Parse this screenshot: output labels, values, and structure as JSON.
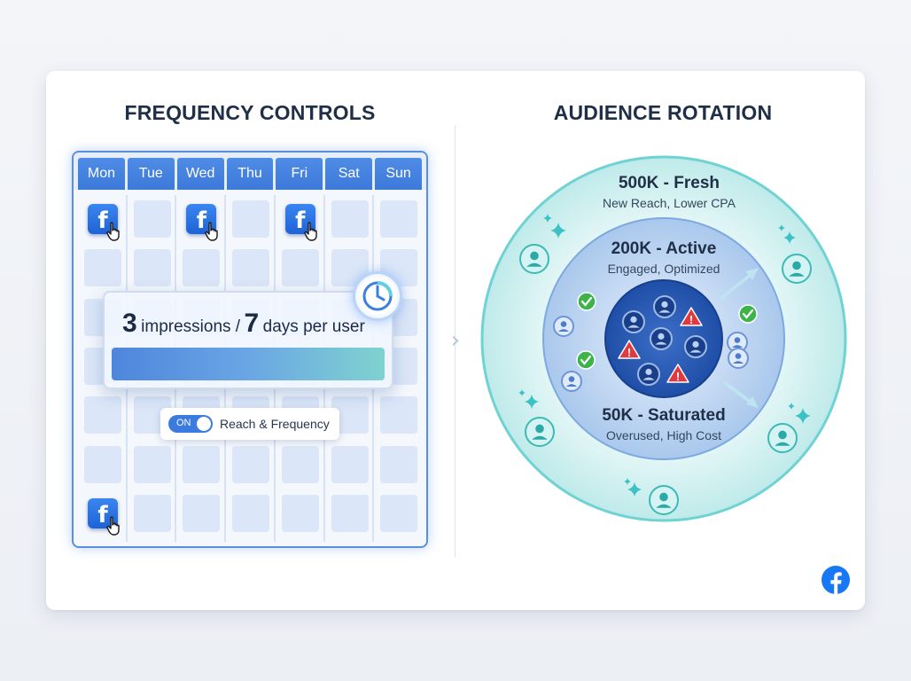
{
  "frequency": {
    "title": "FREQUENCY CONTROLS",
    "days": [
      "Mon",
      "Tue",
      "Wed",
      "Thu",
      "Fri",
      "Sat",
      "Sun"
    ],
    "impressions": "3",
    "impressions_label": "impressions /",
    "days_count": "7",
    "days_label": "days per user",
    "toggle_state": "ON",
    "toggle_label": "Reach & Frequency"
  },
  "audience": {
    "title": "AUDIENCE ROTATION",
    "outer": {
      "title": "500K - Fresh",
      "subtitle": "New Reach, Lower CPA"
    },
    "middle": {
      "title": "200K - Active",
      "subtitle": "Engaged, Optimized"
    },
    "inner": {
      "title": "50K - Saturated",
      "subtitle": "Overused, High Cost"
    }
  },
  "colors": {
    "accent_blue": "#3b7be0",
    "teal": "#39b8b0",
    "warning_red": "#e0393e",
    "check_green": "#3cb44a"
  },
  "icons": [
    "facebook-icon",
    "cursor-hand-icon",
    "clock-icon",
    "user-icon",
    "warning-icon",
    "check-icon",
    "sparkle-icon",
    "chevron-right-icon"
  ]
}
